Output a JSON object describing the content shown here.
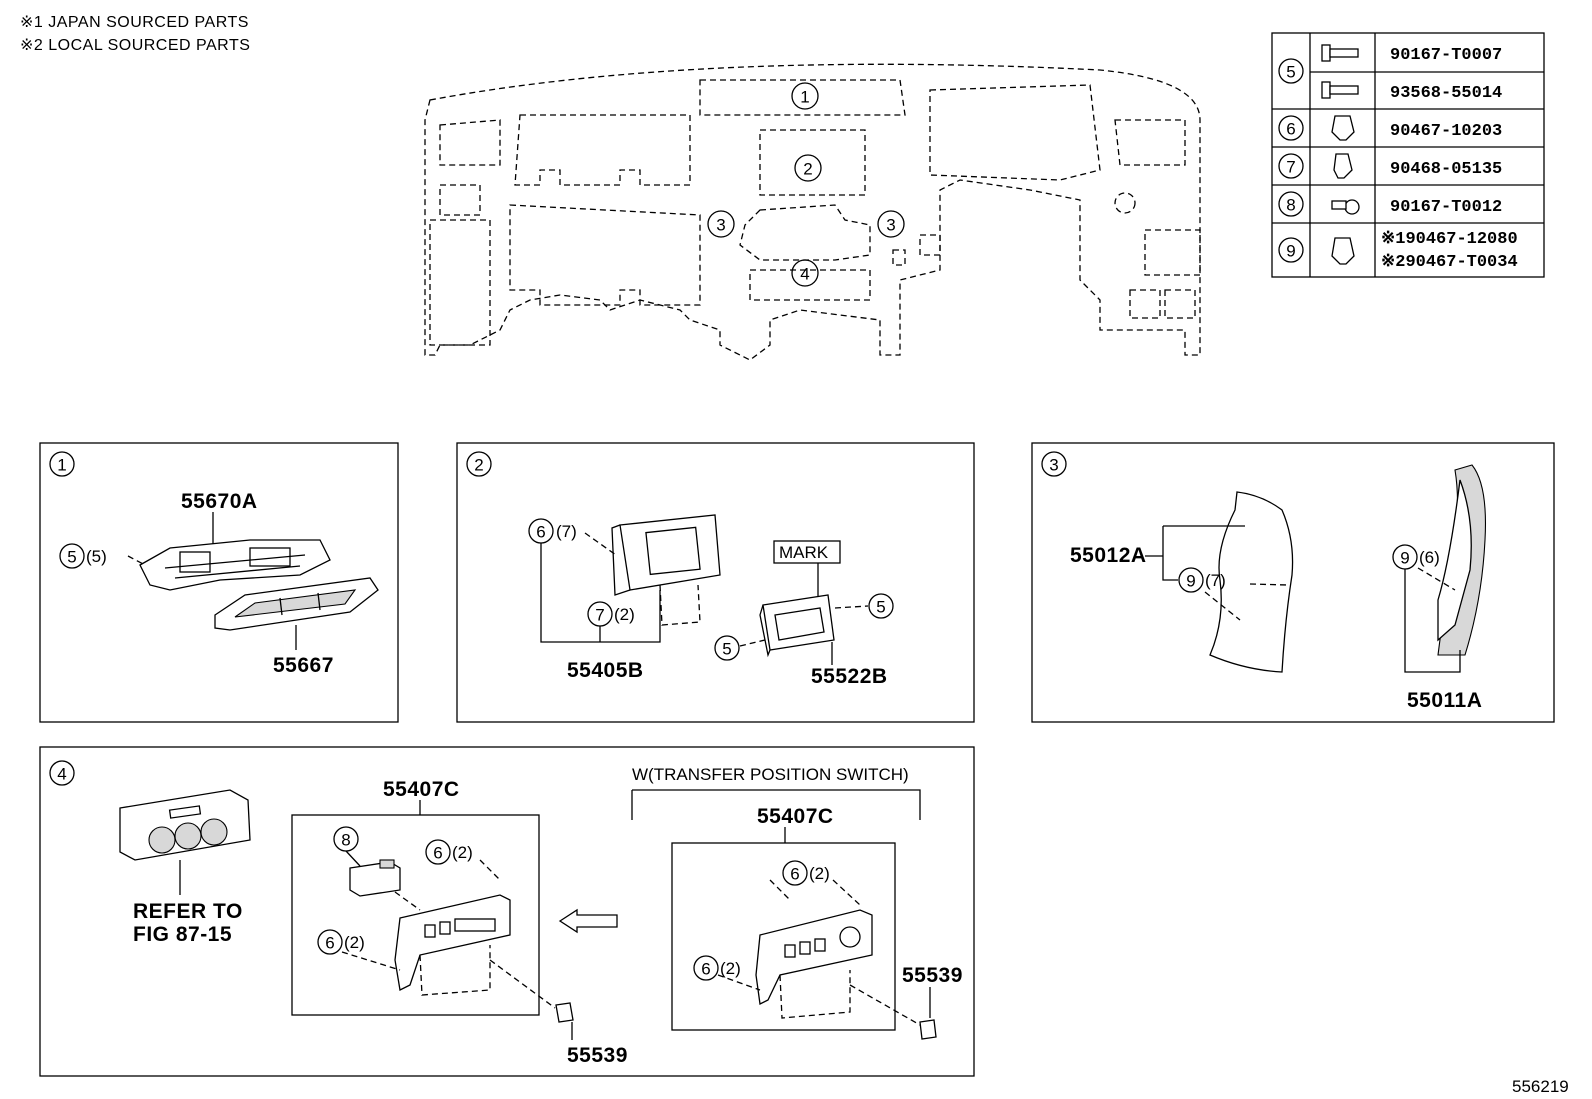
{
  "notes": [
    "※1  JAPAN SOURCED PARTS",
    "※2  LOCAL SOURCED PARTS"
  ],
  "fasteners": [
    {
      "ref": "5",
      "parts": [
        "90167-T0007",
        "93568-55014"
      ]
    },
    {
      "ref": "6",
      "parts": [
        "90467-10203"
      ]
    },
    {
      "ref": "7",
      "parts": [
        "90468-05135"
      ]
    },
    {
      "ref": "8",
      "parts": [
        "90167-T0012"
      ]
    },
    {
      "ref": "9",
      "parts": [
        "※190467-12080",
        "※290467-T0034"
      ]
    }
  ],
  "overview_callouts": [
    "1",
    "2",
    "3",
    "3",
    "4"
  ],
  "panel1": {
    "ref": "1",
    "parts": [
      "55670A",
      "55667"
    ],
    "callout": "5",
    "qty": "(5)"
  },
  "panel2": {
    "ref": "2",
    "parts": [
      "55405B",
      "55522B"
    ],
    "mark_label": "MARK",
    "callouts": [
      {
        "ref": "6",
        "qty": "(7)"
      },
      {
        "ref": "7",
        "qty": "(2)"
      },
      {
        "ref": "5",
        "qty": ""
      },
      {
        "ref": "5",
        "qty": ""
      }
    ]
  },
  "panel3": {
    "ref": "3",
    "parts": [
      "55012A",
      "55011A"
    ],
    "callouts": [
      {
        "ref": "9",
        "qty": "(7)"
      },
      {
        "ref": "9",
        "qty": "(6)"
      }
    ]
  },
  "panel4": {
    "ref": "4",
    "refer_text": [
      "REFER TO",
      "FIG 87-15"
    ],
    "group_label": "W(TRANSFER POSITION SWITCH)",
    "parts": [
      "55407C",
      "55407C",
      "55539",
      "55539"
    ],
    "callouts": [
      {
        "ref": "8",
        "qty": ""
      },
      {
        "ref": "6",
        "qty": "(2)"
      },
      {
        "ref": "6",
        "qty": "(2)"
      },
      {
        "ref": "6",
        "qty": "(2)"
      },
      {
        "ref": "6",
        "qty": "(2)"
      }
    ]
  },
  "figure_number": "556219"
}
